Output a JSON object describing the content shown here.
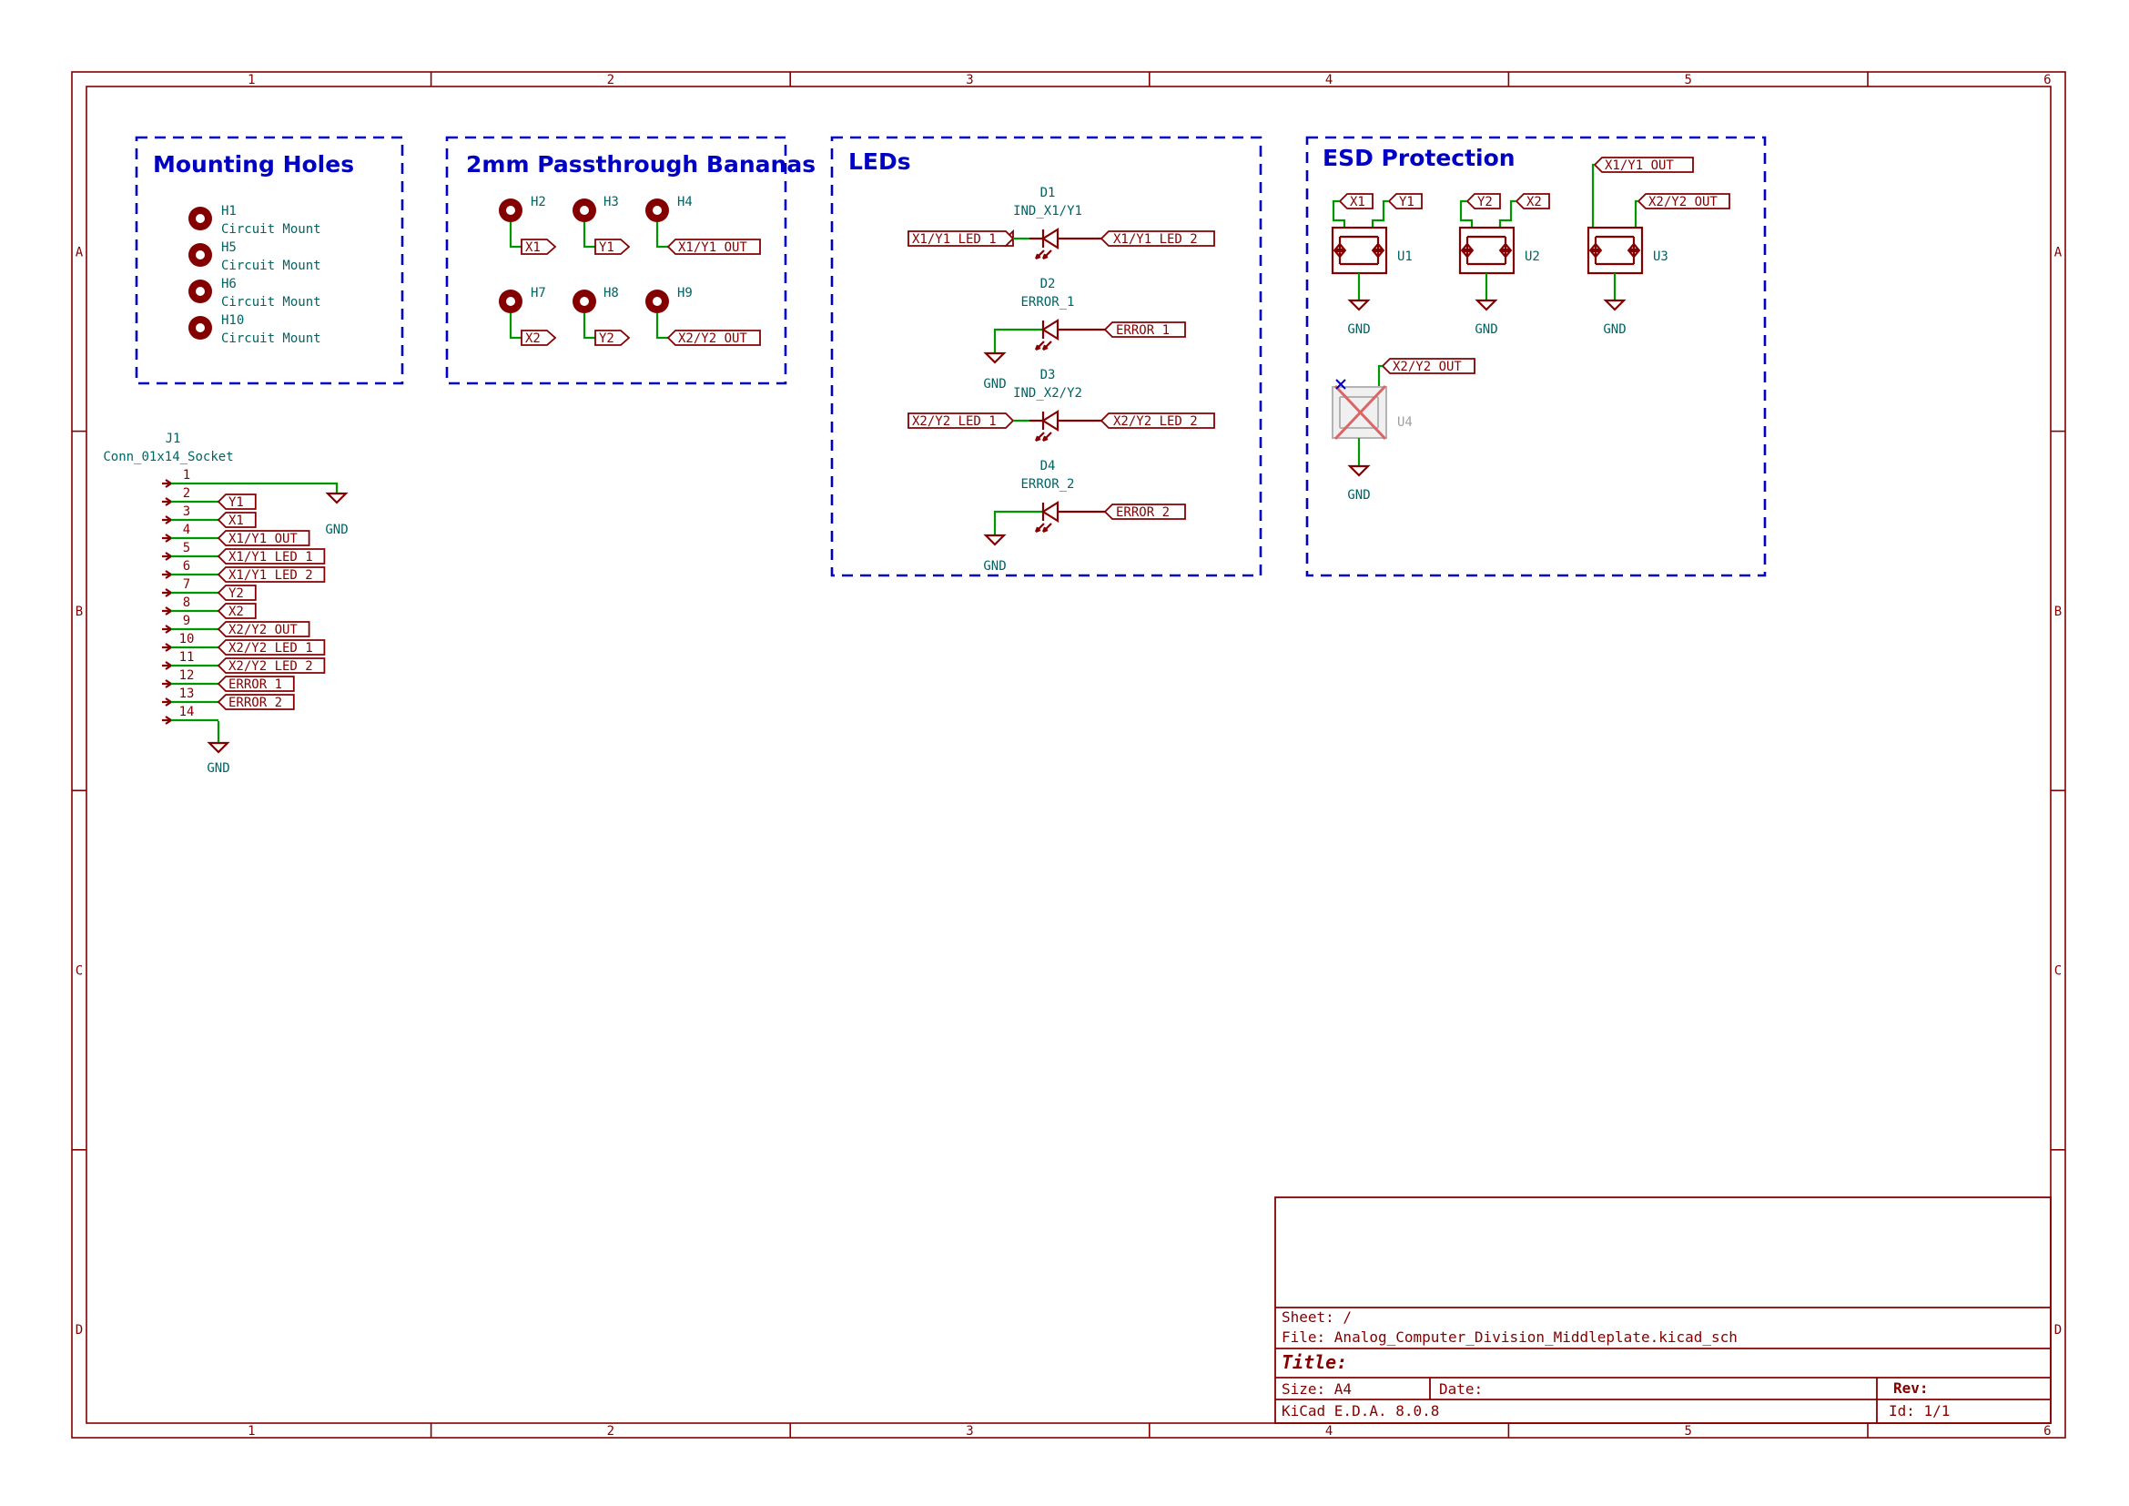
{
  "sheet": {
    "columns": [
      "1",
      "2",
      "3",
      "4",
      "5",
      "6"
    ],
    "rows": [
      "A",
      "B",
      "C",
      "D"
    ]
  },
  "sections": {
    "mounting": "Mounting Holes",
    "bananas": "2mm Passthrough Bananas",
    "leds": "LEDs",
    "esd": "ESD Protection"
  },
  "mounting_holes": [
    {
      "ref": "H1",
      "value": "Circuit Mount"
    },
    {
      "ref": "H5",
      "value": "Circuit Mount"
    },
    {
      "ref": "H6",
      "value": "Circuit Mount"
    },
    {
      "ref": "H10",
      "value": "Circuit Mount"
    }
  ],
  "bananas": [
    {
      "ref": "H2",
      "net": "X1"
    },
    {
      "ref": "H3",
      "net": "Y1"
    },
    {
      "ref": "H4",
      "net": "X1/Y1_OUT"
    },
    {
      "ref": "H7",
      "net": "X2"
    },
    {
      "ref": "H8",
      "net": "Y2"
    },
    {
      "ref": "H9",
      "net": "X2/Y2_OUT"
    }
  ],
  "leds": [
    {
      "ref": "D1",
      "value": "IND_X1/Y1",
      "left_net": "X1/Y1_LED_1",
      "right_net": "X1/Y1_LED_2"
    },
    {
      "ref": "D2",
      "value": "ERROR_1",
      "left_net": "GND",
      "right_net": "ERROR_1"
    },
    {
      "ref": "D3",
      "value": "IND_X2/Y2",
      "left_net": "X2/Y2_LED_1",
      "right_net": "X2/Y2_LED_2"
    },
    {
      "ref": "D4",
      "value": "ERROR_2",
      "left_net": "GND",
      "right_net": "ERROR_2"
    }
  ],
  "esd": [
    {
      "ref": "U1",
      "net_a": "X1",
      "net_b": "Y1",
      "gnd": "GND"
    },
    {
      "ref": "U2",
      "net_a": "Y2",
      "net_b": "X2",
      "gnd": "GND"
    },
    {
      "ref": "U3",
      "net_a": "X1/Y1_OUT",
      "net_b": "X2/Y2_OUT",
      "gnd": "GND"
    },
    {
      "ref": "U4",
      "net_a": "X2/Y2_OUT",
      "gnd": "GND"
    }
  ],
  "connector": {
    "ref": "J1",
    "value": "Conn_01x14_Socket",
    "gnd_label": "GND",
    "pins": [
      {
        "num": "1",
        "net": ""
      },
      {
        "num": "2",
        "net": "Y1"
      },
      {
        "num": "3",
        "net": "X1"
      },
      {
        "num": "4",
        "net": "X1/Y1_OUT"
      },
      {
        "num": "5",
        "net": "X1/Y1_LED_1"
      },
      {
        "num": "6",
        "net": "X1/Y1_LED_2"
      },
      {
        "num": "7",
        "net": "Y2"
      },
      {
        "num": "8",
        "net": "X2"
      },
      {
        "num": "9",
        "net": "X2/Y2_OUT"
      },
      {
        "num": "10",
        "net": "X2/Y2_LED_1"
      },
      {
        "num": "11",
        "net": "X2/Y2_LED_2"
      },
      {
        "num": "12",
        "net": "ERROR_1"
      },
      {
        "num": "13",
        "net": "ERROR_2"
      },
      {
        "num": "14",
        "net": ""
      }
    ]
  },
  "title_block": {
    "sheet": "Sheet: /",
    "file": "File: Analog_Computer_Division_Middleplate.kicad_sch",
    "title": "Title:",
    "size": "Size: A4",
    "date": "Date:",
    "rev": "Rev:",
    "tool": "KiCad E.D.A. 8.0.8",
    "id": "Id: 1/1"
  },
  "colors": {
    "frame": "#840000",
    "wire": "#009600",
    "notes": "#0000c4",
    "reference": "#006464"
  }
}
